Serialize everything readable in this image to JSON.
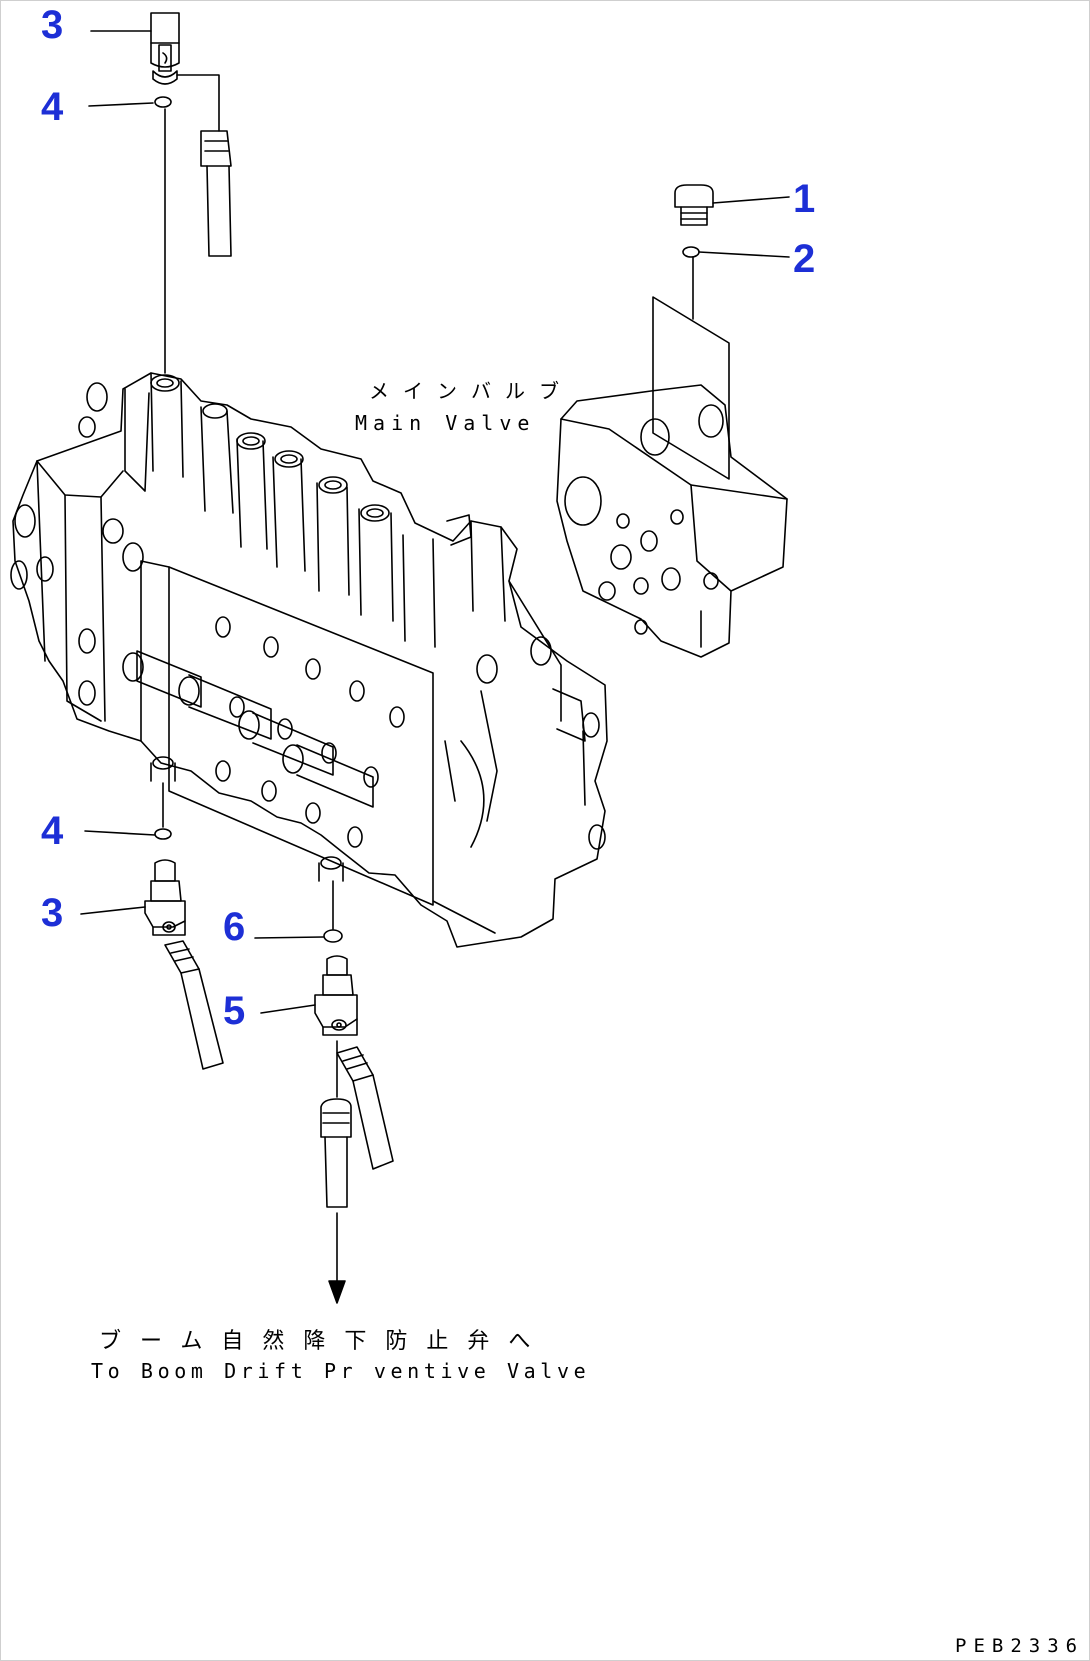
{
  "callouts": {
    "c3_top": "3",
    "c4_top": "4",
    "c1": "1",
    "c2": "2",
    "c4_bottom": "4",
    "c3_bottom": "3",
    "c6": "6",
    "c5": "5"
  },
  "labels": {
    "main_valve_jp": "メインバルブ",
    "main_valve_en": "Main Valve",
    "boom_jp": "ブーム自然降下防止弁へ",
    "boom_en": "To Boom Drift Pr ventive Valve"
  },
  "drawing_code": "PEB2336",
  "colors": {
    "callout": "#1d2fd6",
    "line": "#000000",
    "background": "#ffffff"
  }
}
